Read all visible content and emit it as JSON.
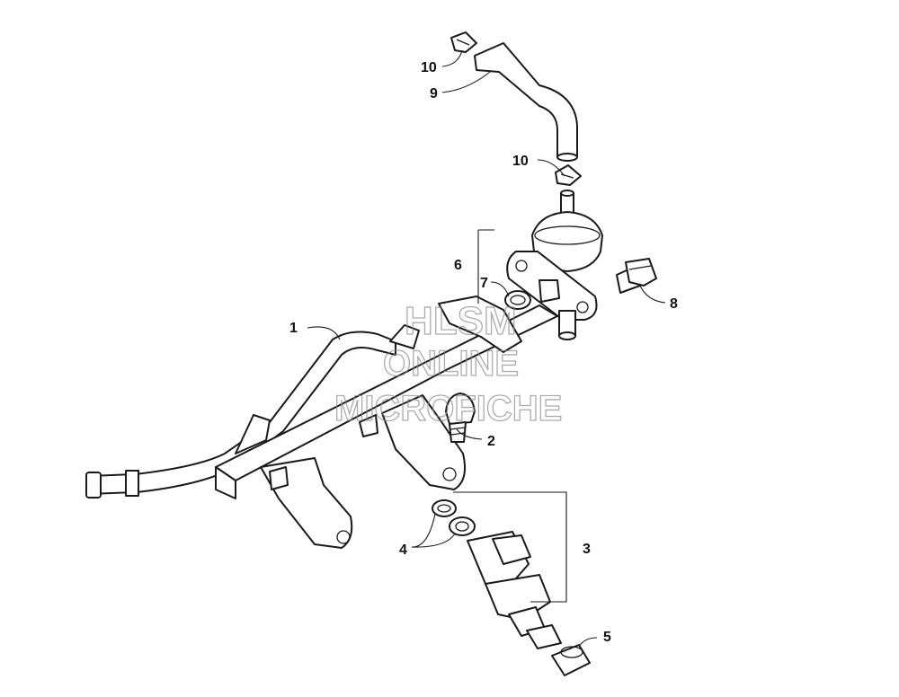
{
  "callouts": {
    "c1": "1",
    "c2": "2",
    "c3": "3",
    "c4": "4",
    "c5": "5",
    "c6": "6",
    "c7": "7",
    "c8": "8",
    "c9": "9",
    "c10a": "10",
    "c10b": "10"
  },
  "watermark": {
    "line1": "HLSM",
    "line2": "ONLINE",
    "line3": "MICROFICHE"
  }
}
